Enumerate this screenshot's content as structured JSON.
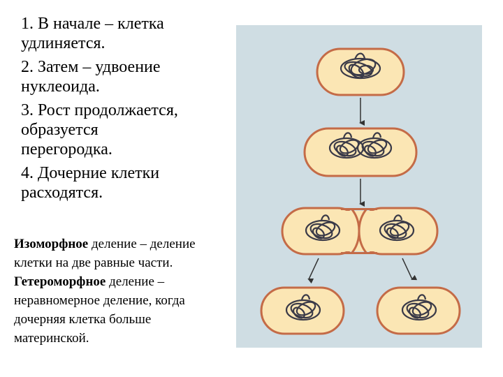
{
  "steps": [
    {
      "line1": "1. В начале – клетка",
      "line2": "удлиняется."
    },
    {
      "line1": "2. Затем – удвоение",
      "line2": "нуклеоида."
    },
    {
      "line1": "3. Рост продолжается,",
      "line2": "образуется",
      "line3": "перегородка."
    },
    {
      "line1": "4. Дочерние клетки",
      "line2": "расходятся."
    }
  ],
  "definitions": {
    "iso_term": "Изоморфное",
    "iso_text": " деление – деление клетки на две равные части.",
    "hetero_term": "Гетероморфное",
    "hetero_text": " деление – неравномерное деление, когда дочерняя клетка больше материнской."
  },
  "colors": {
    "panel_bg": "#cfdde3",
    "cell_fill": "#fbe6b4",
    "cell_stroke": "#c46b47",
    "nucleoid": "#3a3a48",
    "arrow": "#333333"
  }
}
